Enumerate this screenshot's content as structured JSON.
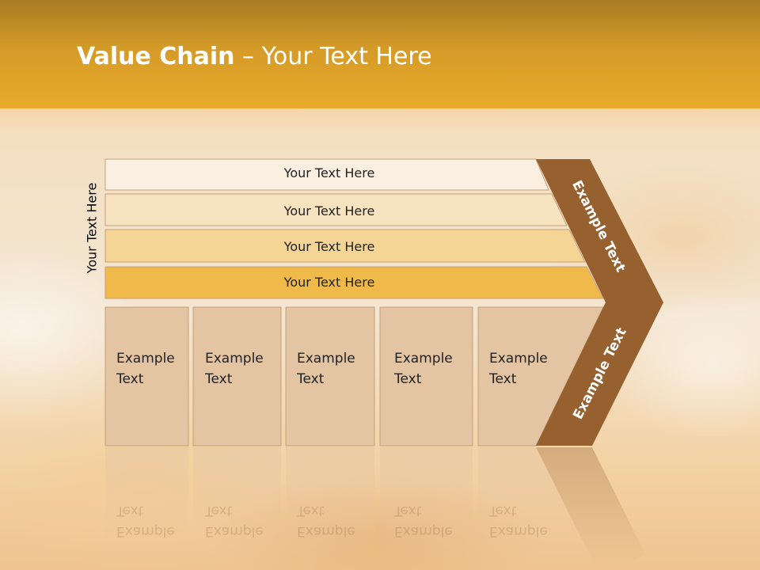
{
  "slide": {
    "title_bold": "Value Chain",
    "title_rest": " – Your Text Here",
    "side_label": "Your Text Here"
  },
  "bars": [
    {
      "label": "Your Text Here",
      "color": "#faefe0"
    },
    {
      "label": "Your Text Here",
      "color": "#f8e3c0"
    },
    {
      "label": "Your Text Here",
      "color": "#f5d596"
    },
    {
      "label": "Your Text Here",
      "color": "#f0ba4b"
    }
  ],
  "boxes": [
    {
      "label": "Example\nText"
    },
    {
      "label": "Example\nText"
    },
    {
      "label": "Example\nText"
    },
    {
      "label": "Example\nText"
    },
    {
      "label": "Example\nText"
    }
  ],
  "chevron": {
    "top_label": "Example Text",
    "bottom_label": "Example Text",
    "color": "#97602f"
  },
  "colors": {
    "title_band": "#e2a42b",
    "box_fill": "#e3c4a3",
    "box_border": "#c6a07a"
  }
}
